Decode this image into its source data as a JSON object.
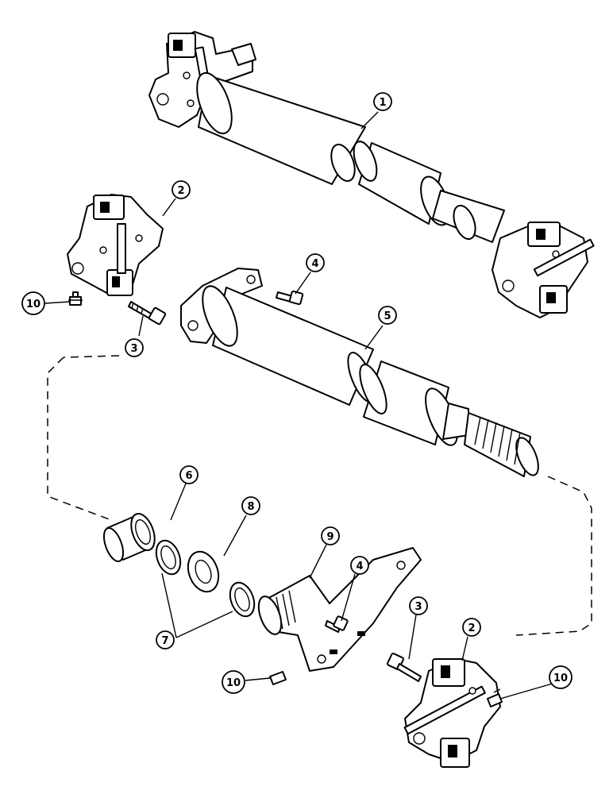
{
  "diagram": {
    "callouts": [
      {
        "label": "1"
      },
      {
        "label": "2"
      },
      {
        "label": "10"
      },
      {
        "label": "3"
      },
      {
        "label": "4"
      },
      {
        "label": "5"
      },
      {
        "label": "6"
      },
      {
        "label": "8"
      },
      {
        "label": "9"
      },
      {
        "label": "7"
      },
      {
        "label": "4"
      },
      {
        "label": "3"
      },
      {
        "label": "2"
      },
      {
        "label": "10"
      },
      {
        "label": "10"
      }
    ]
  }
}
